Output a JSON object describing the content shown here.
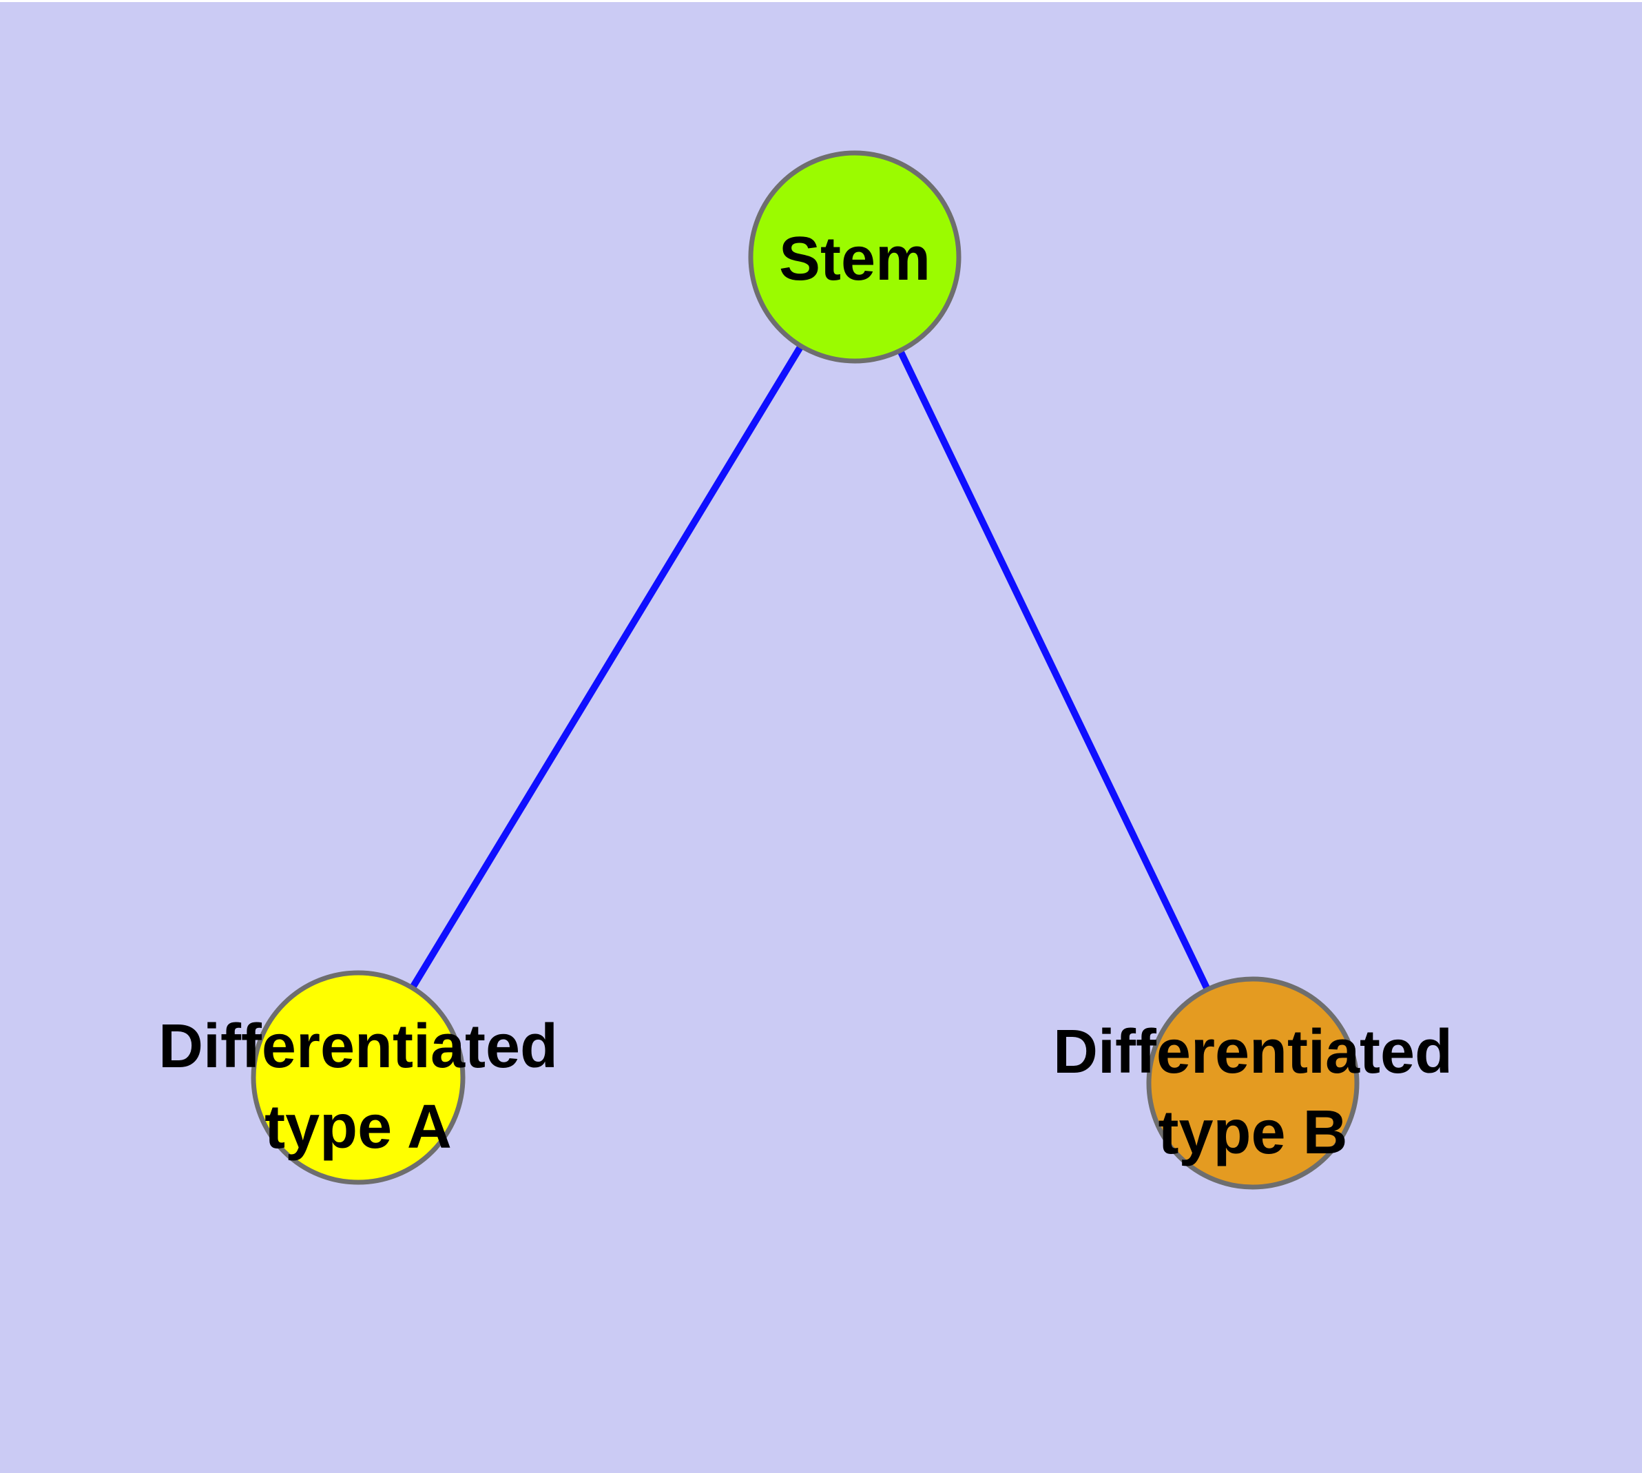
{
  "background_color": "#CBCBF4",
  "top_margin_color": "#FFFFFF",
  "graph": {
    "label_color": "#000000",
    "node_border_color": "#6E6E6E",
    "edge_color": "#0F0FFF",
    "nodes": [
      {
        "id": "stem",
        "label_lines": [
          "Stem"
        ],
        "fill": "#9BFB00"
      },
      {
        "id": "type-a",
        "label_lines": [
          "Differentiated",
          "type A"
        ],
        "fill": "#FFFF00"
      },
      {
        "id": "type-b",
        "label_lines": [
          "Differentiated",
          "type B"
        ],
        "fill": "#E49B21"
      }
    ],
    "edges": [
      {
        "from": "stem",
        "to": "type-a"
      },
      {
        "from": "stem",
        "to": "type-b"
      }
    ]
  }
}
